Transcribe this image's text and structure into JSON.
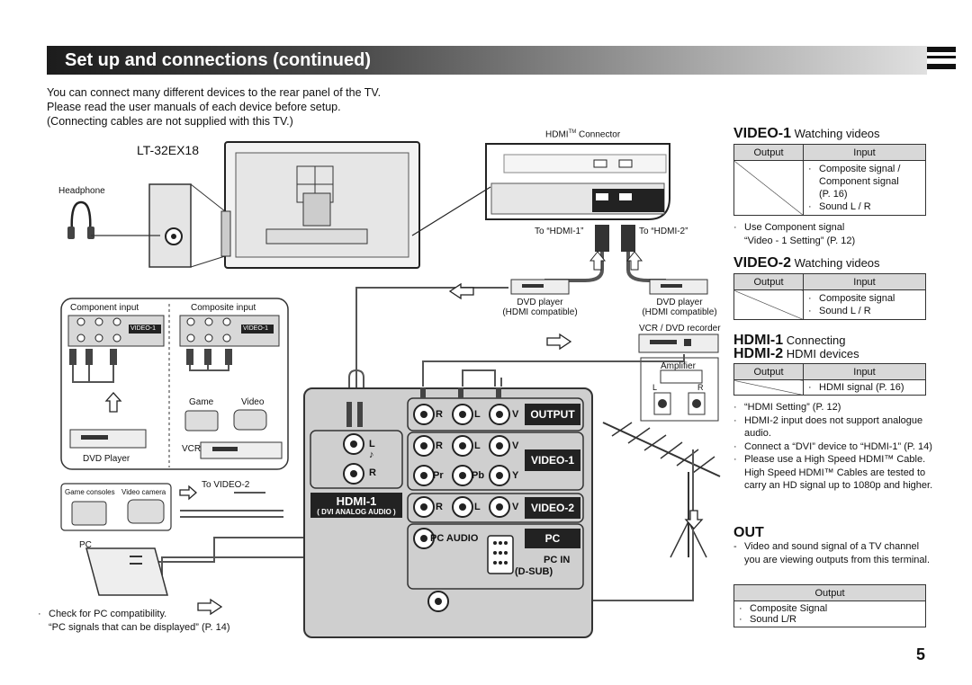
{
  "header": {
    "title": "Set up and connections (continued)"
  },
  "intro": {
    "lines": [
      "You can connect many different devices to the rear panel of the TV.",
      "Please read the user manuals of each device before setup.",
      "(Connecting cables are not supplied with this TV.)"
    ]
  },
  "model": "LT-32EX18",
  "labels": {
    "headphone": "Headphone",
    "hdmi_connector": "HDMI",
    "hdmi_tm": "TM",
    "hdmi_connector_suffix": " Connector",
    "to_hdmi1": "To “HDMI-1”",
    "to_hdmi2": "To “HDMI-2”",
    "dvd_player_hdmi_a": "DVD player",
    "dvd_player_hdmi_a_sub": "(HDMI compatible)",
    "dvd_player_hdmi_b": "DVD player",
    "dvd_player_hdmi_b_sub": "(HDMI compatible)",
    "vcr_dvd_recorder": "VCR / DVD recorder",
    "amplifier": "Amplifier",
    "component_input": "Component input",
    "composite_input": "Composite input",
    "dvd_player": "DVD Player",
    "game": "Game",
    "video": "Video",
    "vcr": "VCR",
    "to_video2": "To VIDEO-2",
    "game_consoles": "Game consoles",
    "video_camera": "Video camera",
    "pc": "PC",
    "video1_tag": "VIDEO-1",
    "video1_tag_b": "VIDEO-1",
    "amp_l": "L",
    "amp_r": "R"
  },
  "panel": {
    "r": "R",
    "l": "L",
    "v": "V",
    "pr": "Pr",
    "pb": "Pb",
    "y": "Y",
    "output": "OUTPUT",
    "video1": "VIDEO-1",
    "video2": "VIDEO-2",
    "hdmi1": "HDMI-1",
    "dvi_audio": "( DVI ANALOG AUDIO )",
    "pc_audio": "PC AUDIO",
    "pc": "PC",
    "pc_in": "PC IN",
    "d_sub": "(D-SUB)"
  },
  "video1_section": {
    "title": "VIDEO-1",
    "subtitle": "Watching videos",
    "table": {
      "headers": [
        "Output",
        "Input"
      ],
      "items": [
        "Composite signal /",
        "Component signal",
        "(P. 16)",
        "Sound L / R"
      ]
    },
    "note_line1": "Use Component signal",
    "note_line2": "“Video - 1 Setting” (P. 12)"
  },
  "video2_section": {
    "title": "VIDEO-2",
    "subtitle": "Watching videos",
    "table": {
      "headers": [
        "Output",
        "Input"
      ],
      "items": [
        "Composite signal",
        "Sound L / R"
      ]
    }
  },
  "hdmi_section": {
    "title1": "HDMI-1",
    "subtitle1": "Connecting",
    "title2": "HDMI-2",
    "subtitle2": "HDMI devices",
    "table": {
      "headers": [
        "Output",
        "Input"
      ],
      "items": [
        "HDMI signal (P. 16)"
      ]
    },
    "notes": [
      "“HDMI Setting” (P. 12)",
      "HDMI-2 input does not support analogue audio.",
      "Connect a “DVI” device to “HDMI-1” (P. 14)",
      "Please use a High Speed HDMI™ Cable. High Speed HDMI™ Cables are tested to carry an HD signal up to 1080p and higher."
    ]
  },
  "out_section": {
    "title": "OUT",
    "note": "Video and sound signal of a TV channel you are viewing outputs from this terminal.",
    "table": {
      "header": "Output",
      "items": [
        "Composite Signal",
        "Sound L/R"
      ]
    }
  },
  "pc_note": {
    "line1": "Check for PC compatibility.",
    "line2": "“PC signals that can be displayed” (P. 14)"
  },
  "page_number": "5",
  "icons": {
    "bullet": "·",
    "dash": "-",
    "up_arrow": "⇧",
    "left_arrow": "⇦",
    "right_arrow": "⇨",
    "down_arrow": "⇩",
    "note_glyph": "♪"
  },
  "colors": {
    "panel": "#cfcfcf",
    "label_box": "#222222",
    "table_header": "#d8d8d8"
  }
}
